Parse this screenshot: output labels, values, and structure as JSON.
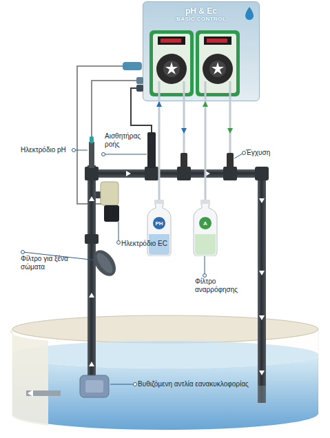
{
  "diagram": {
    "nodes": [
      {
        "text": [
          "pH & Ec",
          "BASIC CONTROL"
        ]
      },
      {
        "text": [
          "PH"
        ]
      },
      {
        "text": [
          "A"
        ]
      }
    ],
    "edges": [
      {
        "from": 1,
        "to": 0,
        "arrow": "to"
      },
      {
        "from": 2,
        "to": 0,
        "arrow": "to"
      }
    ],
    "labels": [
      "Ηλεκτρόδιο pH",
      "Αισθητήρας ροής",
      "Έγχυση",
      "Ηλεκτρόδιο EC",
      "Φίλτρο για ξένα σώματα",
      "Φίλτρο αναρρόφησης",
      "Βυθιζόμενη αντλία εανακυκλοφορίας"
    ]
  }
}
